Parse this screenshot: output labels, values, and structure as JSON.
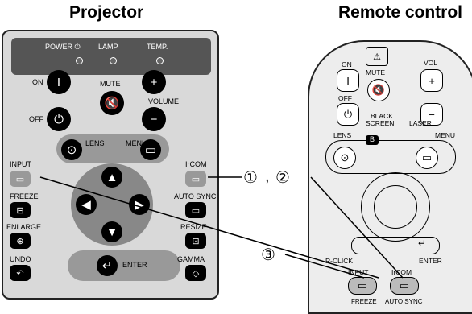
{
  "titles": {
    "projector": "Projector",
    "remote": "Remote control"
  },
  "projector": {
    "indicators": {
      "power": "POWER ⏻",
      "lamp": "LAMP",
      "temp": "TEMP."
    },
    "labels": {
      "on": "ON",
      "off": "OFF",
      "mute": "MUTE",
      "volume": "VOLUME",
      "lens": "LENS",
      "menu": "MENU",
      "input": "INPUT",
      "ircom": "IrCOM",
      "freeze": "FREEZE",
      "auto_sync": "AUTO SYNC",
      "enlarge": "ENLARGE",
      "resize": "RESIZE",
      "undo": "UNDO",
      "enter": "ENTER",
      "gamma": "GAMMA"
    }
  },
  "remote": {
    "labels": {
      "on": "ON",
      "off": "OFF",
      "mute": "MUTE",
      "vol": "VOL",
      "black_screen": "BLACK",
      "black_screen_2": "SCREEN",
      "laser": "LASER",
      "lens": "LENS",
      "menu": "MENU",
      "r_click": "R-CLICK",
      "enter": "ENTER",
      "input": "INPUT",
      "ircom": "IrCOM",
      "freeze": "FREEZE",
      "auto_sync": "AUTO SYNC"
    },
    "b_key": "B"
  },
  "callouts": {
    "one": "①",
    "comma": ",",
    "two": "②",
    "three": "③"
  }
}
